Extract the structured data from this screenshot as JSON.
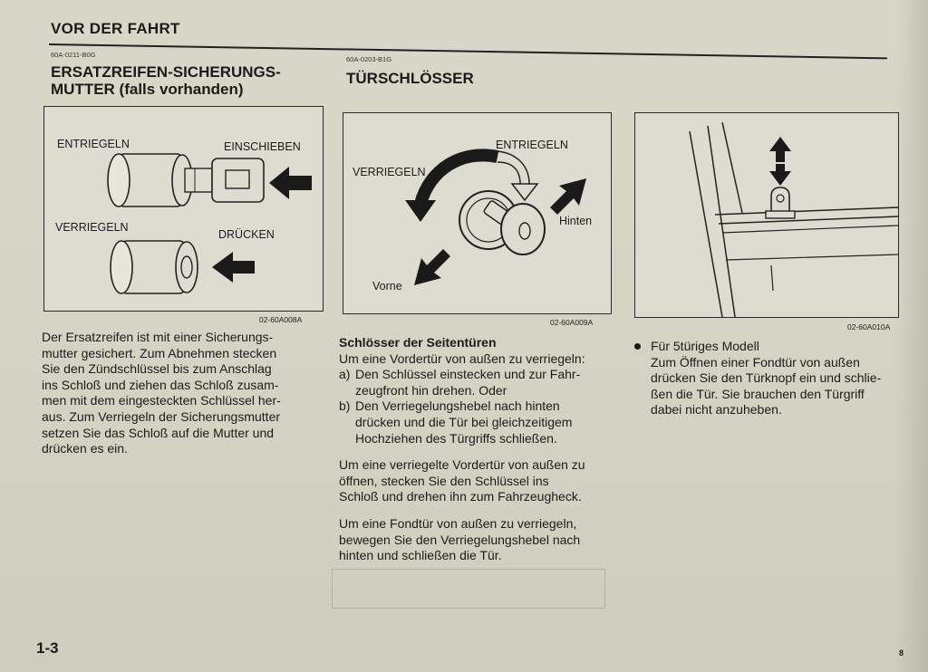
{
  "header": {
    "section_title": "VOR DER FAHRT"
  },
  "left_column": {
    "code": "60A-0211-B0G",
    "title_line1": "ERSATZREIFEN-SICHERUNGS-",
    "title_line2": "MUTTER (falls vorhanden)",
    "figure": {
      "label_unlock": "ENTRIEGELN",
      "label_insert": "EINSCHIEBEN",
      "label_lock": "VERRIEGELN",
      "label_press": "DRÜCKEN",
      "code": "02-60A008A"
    },
    "body_lines": [
      "Der Ersatzreifen ist mit einer Sicherungs-",
      "mutter gesichert. Zum Abnehmen stecken",
      "Sie den Zündschlüssel bis zum Anschlag",
      "ins Schloß und ziehen das Schloß zusam-",
      "men mit dem eingesteckten Schlüssel her-",
      "aus. Zum Verriegeln der Sicherungsmutter",
      "setzen Sie das Schloß auf die Mutter und",
      "drücken es ein."
    ]
  },
  "middle_column": {
    "code": "60A-0203-B1G",
    "title": "TÜRSCHLÖSSER",
    "figure": {
      "label_unlock": "ENTRIEGELN",
      "label_lock": "VERRIEGELN",
      "label_rear": "Hinten",
      "label_front": "Vorne",
      "code": "02-60A009A"
    },
    "subheading": "Schlösser der Seitentüren",
    "intro": "Um eine Vordertür von außen zu verriegeln:",
    "items": [
      {
        "mark": "a)",
        "line1": "Den Schlüssel einstecken und zur Fahr-",
        "line2": "zeugfront hin drehen. Oder",
        "line3": ""
      },
      {
        "mark": "b)",
        "line1": "Den Verriegelungshebel nach hinten",
        "line2": "drücken und die Tür bei gleichzeitigem",
        "line3": "Hochziehen des Türgriffs schließen."
      }
    ],
    "para2_lines": [
      "Um eine verriegelte Vordertür von außen zu",
      "öffnen, stecken Sie den Schlüssel ins",
      "Schloß und drehen ihn zum Fahrzeugheck."
    ],
    "para3_lines": [
      "Um eine Fondtür von außen zu verriegeln,",
      "bewegen Sie den Verriegelungshebel nach",
      "hinten und schließen die Tür."
    ]
  },
  "right_column": {
    "figure": {
      "code": "02-60A010A"
    },
    "bullet_title": "Für 5türiges Modell",
    "bullet_lines": [
      "Zum Öffnen einer Fondtür von außen",
      "drücken Sie den Türknopf ein und schlie-",
      "ßen die Tür. Sie brauchen den Türgriff",
      "dabei nicht anzuheben."
    ]
  },
  "footer": {
    "page_number": "1-3",
    "corner_number": "8"
  }
}
